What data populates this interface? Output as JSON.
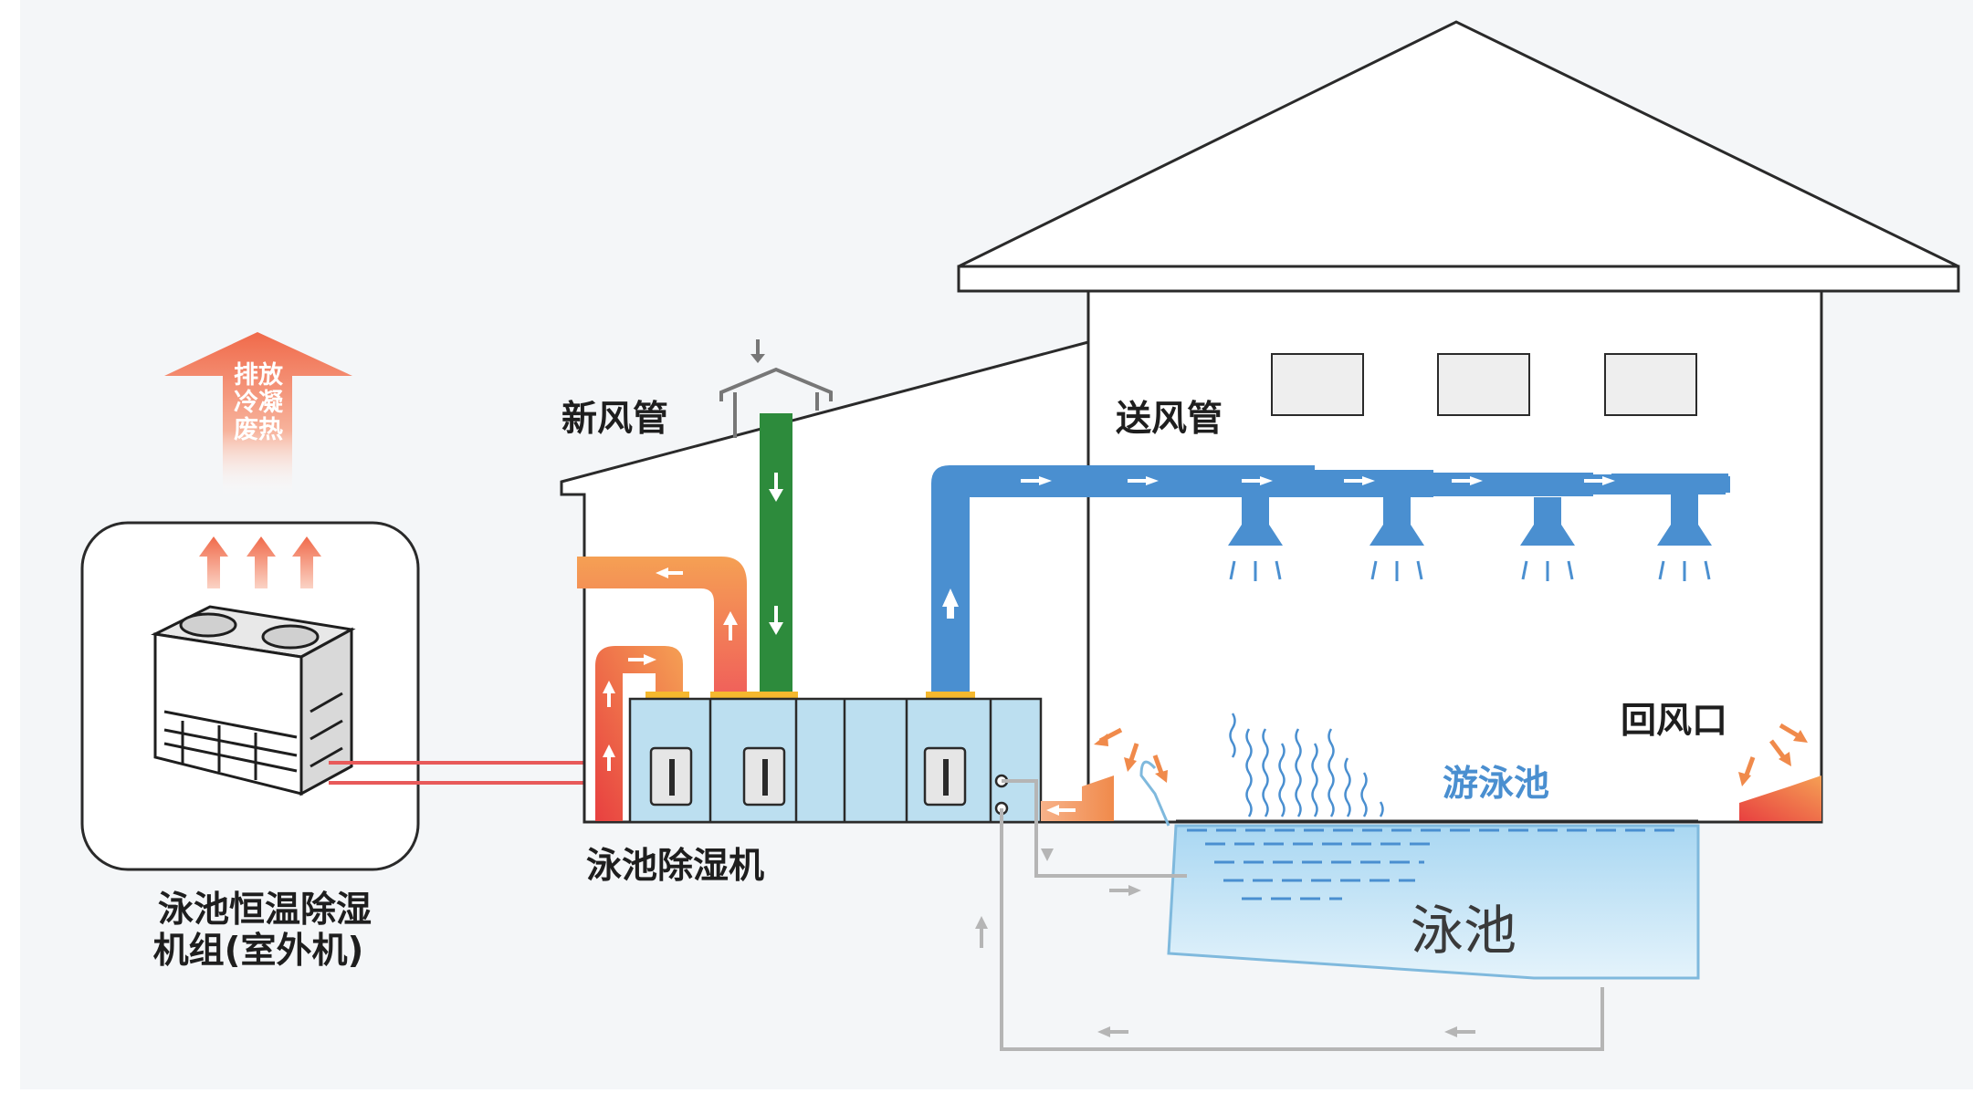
{
  "labels": {
    "heat_exhaust": [
      "排放",
      "冷凝",
      "废热"
    ],
    "fresh_air_duct": "新风管",
    "supply_air_duct": "送风管",
    "return_air_inlet": "回风口",
    "swimming_pool_hall": "游泳池",
    "pool": "泳池",
    "dehumidifier": "泳池除湿机",
    "outdoor_unit": [
      "泳池恒温除湿",
      "机组(室外机)"
    ]
  },
  "colors": {
    "supply_duct": "#4a8fd0",
    "fresh_air_duct": "#2d8b3c",
    "exhaust_duct": "#f08a4b",
    "return_duct": "#f0a070",
    "heat_arrow": "#f06a4a",
    "refrigerant_line": "#e85a5a",
    "water_line": "#b5b5b5",
    "pool_water": "#c7e6f7",
    "dehumidifier_body": "#bcdff0",
    "building_outline": "#2a2a2a",
    "background": "#f4f6f8"
  },
  "icons": {
    "outdoor_unit": "condensing-unit-icon",
    "steam": "evaporation-wave-icon",
    "arrow": "flow-arrow-icon"
  }
}
